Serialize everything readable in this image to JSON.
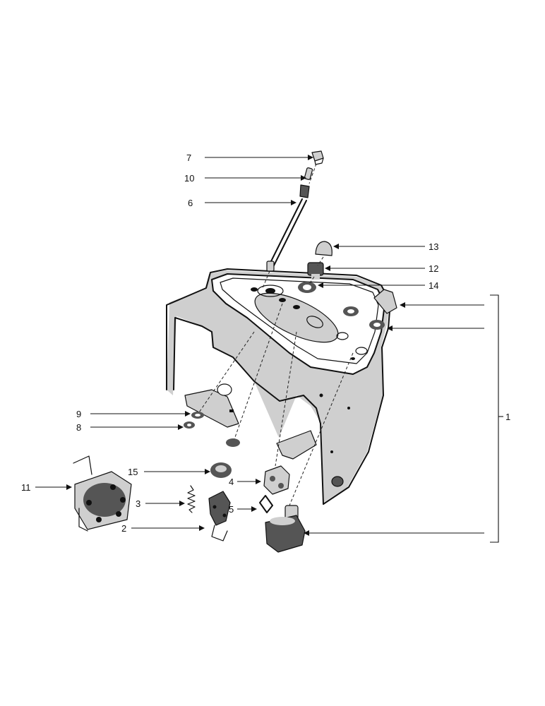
{
  "callouts": [
    {
      "id": "c7",
      "label": "7"
    },
    {
      "id": "c10",
      "label": "10"
    },
    {
      "id": "c6",
      "label": "6"
    },
    {
      "id": "c13",
      "label": "13"
    },
    {
      "id": "c12",
      "label": "12"
    },
    {
      "id": "c14",
      "label": "14"
    },
    {
      "id": "c1",
      "label": "1"
    },
    {
      "id": "c9",
      "label": "9"
    },
    {
      "id": "c8",
      "label": "8"
    },
    {
      "id": "c15",
      "label": "15"
    },
    {
      "id": "c4",
      "label": "4"
    },
    {
      "id": "c11",
      "label": "11"
    },
    {
      "id": "c3",
      "label": "3"
    },
    {
      "id": "c5",
      "label": "5"
    },
    {
      "id": "c2",
      "label": "2"
    }
  ]
}
